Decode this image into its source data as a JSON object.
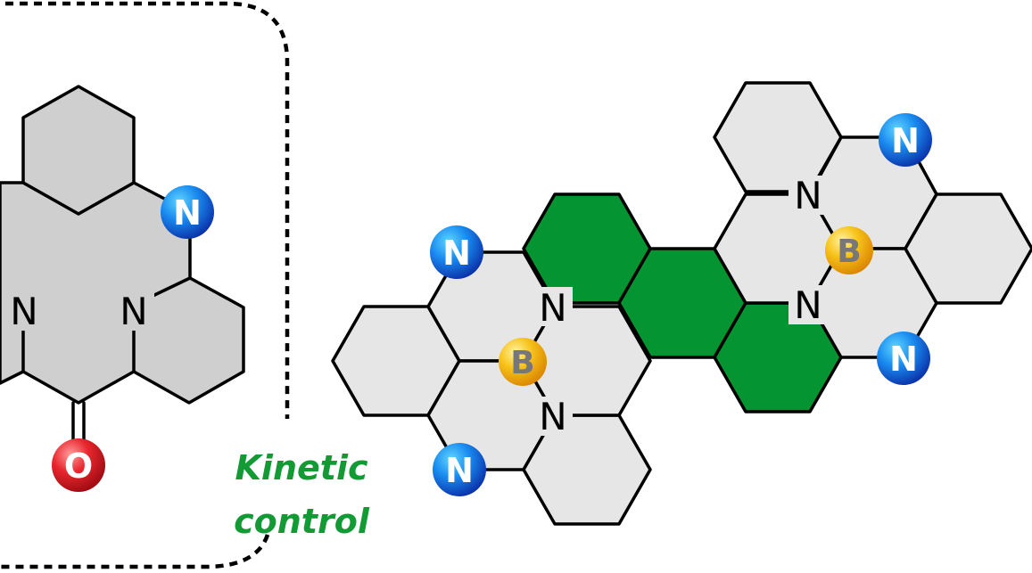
{
  "diagram": {
    "caption_line1": "Kinetic",
    "caption_line2": "control",
    "colors": {
      "caption": "#149a35",
      "green_ring": "#049532",
      "nitrogen_ball": "#1570e0",
      "oxygen_ball": "#e0222a",
      "boron_ball": "#f5b800"
    },
    "left_molecule": {
      "atoms": {
        "n_ball": "N",
        "n_left": "N",
        "n_right": "N",
        "o_ball": "O"
      }
    },
    "right_molecule": {
      "atoms": {
        "n_ball_1": "N",
        "n_ball_2": "N",
        "n_ball_3": "N",
        "n_ball_4": "N",
        "n_1": "N",
        "n_2": "N",
        "n_3": "N",
        "n_4": "N",
        "b_1": "B",
        "b_2": "B"
      }
    }
  }
}
